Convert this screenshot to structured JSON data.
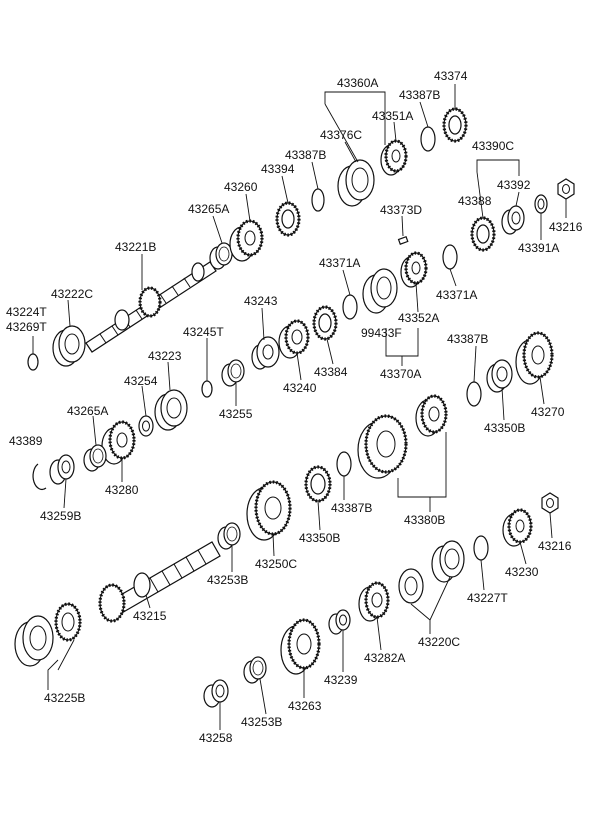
{
  "labels": {
    "p43360A": "43360A",
    "p43374": "43374",
    "p43387B_1": "43387B",
    "p43351A": "43351A",
    "p43376C": "43376C",
    "p43387B_2": "43387B",
    "p43394": "43394",
    "p43260": "43260",
    "p43390C": "43390C",
    "p43392": "43392",
    "p43388": "43388",
    "p43216_1": "43216",
    "p43391A": "43391A",
    "p43265A_1": "43265A",
    "p43373D": "43373D",
    "p43221B": "43221B",
    "p43371A_1": "43371A",
    "p43371A_2": "43371A",
    "p43222C": "43222C",
    "p43224T": "43224T",
    "p43269T": "43269T",
    "p43243": "43243",
    "p43352A": "43352A",
    "p99433F": "99433F",
    "p43245T": "43245T",
    "p43384": "43384",
    "p43370A": "43370A",
    "p43240": "43240",
    "p43223": "43223",
    "p43387B_3": "43387B",
    "p43254": "43254",
    "p43255": "43255",
    "p43270": "43270",
    "p43265A_2": "43265A",
    "p43350B_1": "43350B",
    "p43389": "43389",
    "p43280": "43280",
    "p43259B": "43259B",
    "p43387B_4": "43387B",
    "p43380B": "43380B",
    "p43350B_2": "43350B",
    "p43216_2": "43216",
    "p43250C": "43250C",
    "p43253B_1": "43253B",
    "p43230": "43230",
    "p43215": "43215",
    "p43227T": "43227T",
    "p43220C": "43220C",
    "p43282A": "43282A",
    "p43239": "43239",
    "p43225B": "43225B",
    "p43263": "43263",
    "p43253B_2": "43253B",
    "p43258": "43258"
  }
}
